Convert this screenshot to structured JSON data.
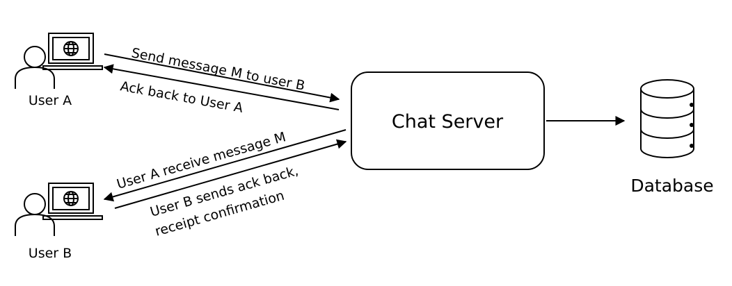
{
  "nodes": {
    "user_a": {
      "label": "User A"
    },
    "user_b": {
      "label": "User B"
    },
    "server": {
      "label": "Chat Server"
    },
    "database": {
      "label": "Database"
    }
  },
  "edges": {
    "send_message": {
      "label": "Send message M to user B"
    },
    "ack_to_a": {
      "label": "Ack back to User A"
    },
    "receive_message": {
      "label": "User A receive message M"
    },
    "ack_from_b_line1": {
      "label": "User B sends ack back,"
    },
    "ack_from_b_line2": {
      "label": "receipt confirmation"
    }
  },
  "colors": {
    "stroke": "#000000",
    "background": "#ffffff"
  },
  "icons": {
    "user": "person-icon",
    "laptop": "laptop-globe-icon",
    "database": "database-icon"
  }
}
